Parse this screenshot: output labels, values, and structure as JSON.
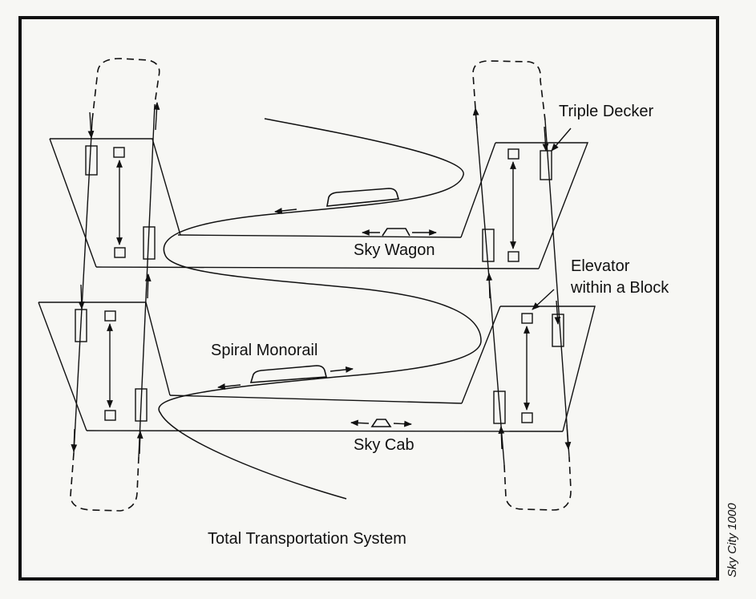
{
  "labels": {
    "triple_decker": "Triple Decker",
    "sky_wagon": "Sky Wagon",
    "elevator_line1": "Elevator",
    "elevator_line2": "within a Block",
    "spiral_monorail": "Spiral Monorail",
    "sky_cab": "Sky Cab",
    "caption": "Total Transportation System",
    "side_note": "Sky City 1000"
  },
  "colors": {
    "ink": "#111111",
    "paper": "#f7f7f4"
  }
}
